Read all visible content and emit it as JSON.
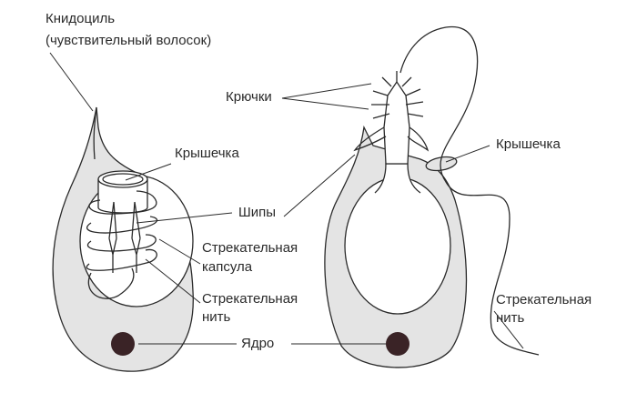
{
  "labels": {
    "cnidocil": "Книдоциль",
    "cnidocil_note": "(чувствительный волосок)",
    "hooks": "Крючки",
    "lid_left": "Крышечка",
    "lid_right": "Крышечка",
    "spines": "Шипы",
    "capsule_1": "Стрекательная",
    "capsule_2": "капсула",
    "thread_left_1": "Стрекательная",
    "thread_left_2": "нить",
    "nucleus": "Ядро",
    "thread_right_1": "Стрекательная",
    "thread_right_2": "нить"
  },
  "colors": {
    "cell_fill": "#e4e4e4",
    "stroke": "#2a2a2a",
    "nucleus": "#3a2326"
  }
}
